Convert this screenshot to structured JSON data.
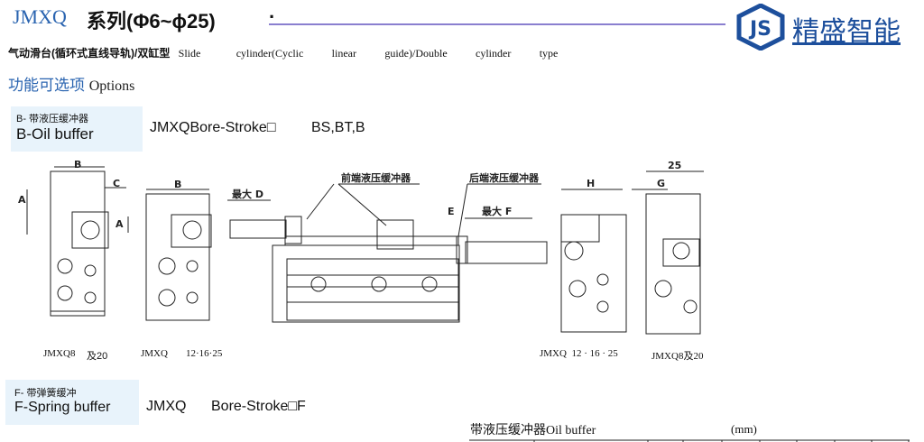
{
  "header": {
    "series": "JMXQ",
    "title": "系列(Φ6~ϕ25)",
    "dot": "·",
    "subtitle": [
      "气动滑台(循环式直线导轨)/双缸型",
      "Slide",
      "cylinder(Cyclic",
      "linear",
      "guide)/Double",
      "cylinder",
      "type"
    ],
    "options": "功能可选项",
    "options_en": "Options",
    "brand": "精盛智能"
  },
  "b_option": {
    "cn": "B- 带液压缓冲器",
    "en": "B-Oil buffer",
    "code": "JMXQBore-Stroke□",
    "suffix": "BS,BT,B"
  },
  "drawing": {
    "labels": [
      "B",
      "A",
      "C",
      "B",
      "A",
      "最大 D",
      "前端液压缓冲器",
      "后端液压缓冲器",
      "E",
      "最大 F",
      "H",
      "25",
      "G"
    ],
    "captions": [
      "JMXQ8",
      "及20",
      "JMXQ",
      "12·16·25",
      "JMXQ  12 · 16 · 25",
      "JMXQ8及20"
    ]
  },
  "f_option": {
    "cn": "F- 带弹簧缓冲",
    "en": "F-Spring buffer",
    "code1": "JMXQ",
    "code2": "Bore-Stroke□F"
  },
  "table": {
    "title": "带液压缓冲器Oil buffer",
    "unit": "(mm)"
  }
}
